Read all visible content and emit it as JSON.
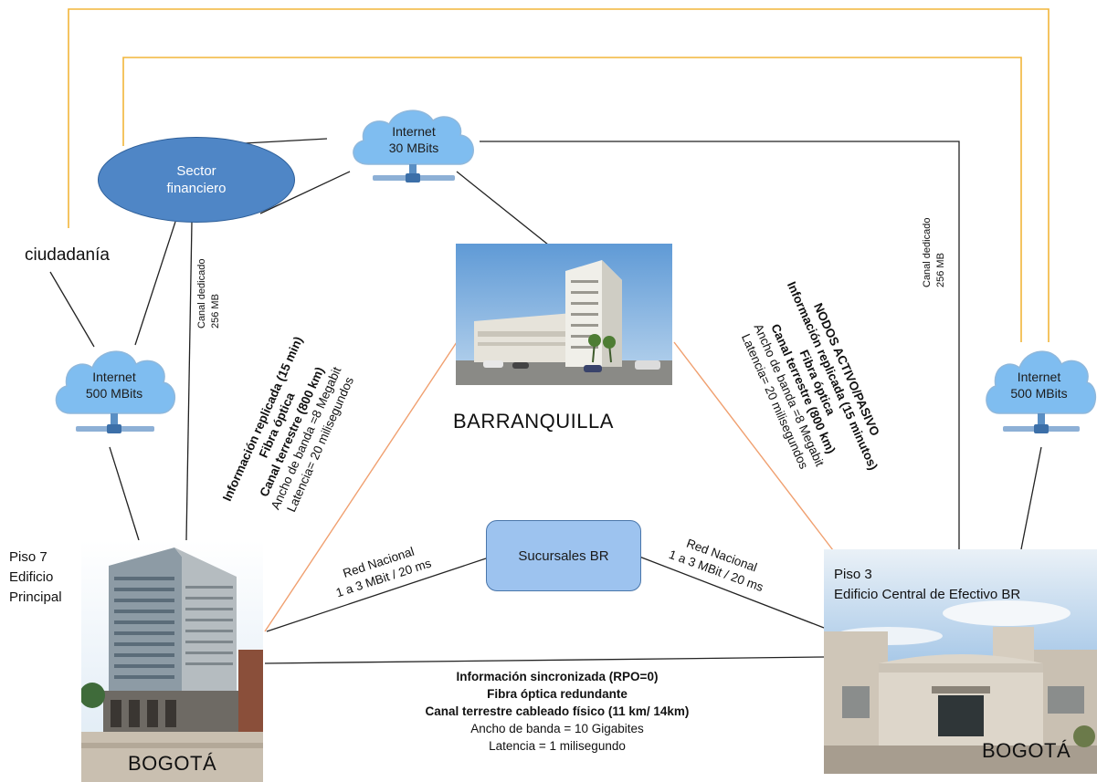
{
  "nodes": {
    "internet_top": {
      "line1": "Internet",
      "line2": "30 MBits"
    },
    "internet_left": {
      "line1": "Internet",
      "line2": "500 MBits"
    },
    "internet_right": {
      "line1": "Internet",
      "line2": "500 MBits"
    },
    "sector_financiero": {
      "line1": "Sector",
      "line2": "financiero"
    },
    "ciudadania": "ciudadanía",
    "sucursales": "Sucursales BR"
  },
  "sites": {
    "barranquilla": "BARRANQUILLA",
    "bogota_left": {
      "city": "BOGOTÁ",
      "floor": "Piso 7",
      "building_line1": "Edificio",
      "building_line2": "Principal"
    },
    "bogota_right": {
      "city": "BOGOTÁ",
      "floor": "Piso 3",
      "building": "Edificio Central de Efectivo BR"
    }
  },
  "links": {
    "canal_left": {
      "line1": "Canal dedicado",
      "line2": "256 MB"
    },
    "canal_right": {
      "line1": "Canal dedicado",
      "line2": "256 MB"
    },
    "red_left": {
      "line1": "Red Nacional",
      "line2": "1 a 3 MBit / 20 ms"
    },
    "red_right": {
      "line1": "Red Nacional",
      "line2": "1 a 3 MBit / 20 ms"
    },
    "left_block": {
      "l1": "Información replicada (15 min)",
      "l2": "Fibra óptica",
      "l3": "Canal terrestre (800 km)",
      "l4": "Ancho de banda =8 Megabit",
      "l5": "Latencia= 20 milisegundos"
    },
    "right_block": {
      "l1": "NODOS ACTIVO/PASIVO",
      "l2": "Información replicada (15 minutos)",
      "l3": "Fibra óptica",
      "l4": "Canal terrestre (800 km)",
      "l5": "Ancho de banda =8 Megabit",
      "l6": "Latencia= 20 milisegundos"
    },
    "bottom_block": {
      "l1": "Información sincronizada (RPO=0)",
      "l2": "Fibra óptica redundante",
      "l3": "Canal terrestre cableado físico (11 km/ 14km)",
      "l4": "Ancho de banda = 10 Gigabites",
      "l5": "Latencia = 1 milisegundo"
    }
  },
  "colors": {
    "orange_link": "#f2a33a",
    "thin_orange": "#f0a070",
    "black_link": "#222222",
    "cloud_fill": "#7fbdf0",
    "ellipse_fill": "#4f86c6",
    "sucursales_fill": "#9dc3ef"
  }
}
